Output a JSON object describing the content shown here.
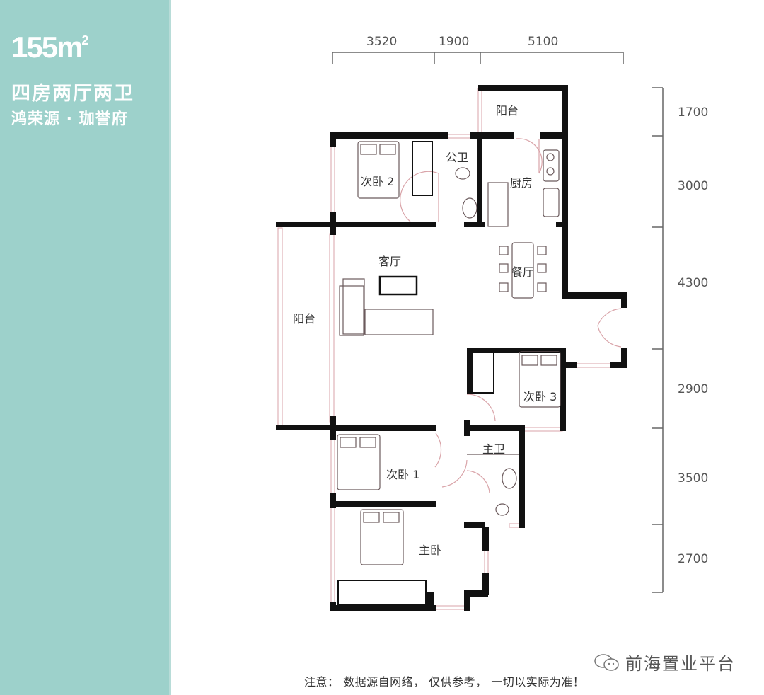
{
  "sidebar": {
    "area_value": "155m",
    "area_unit_sup": "2",
    "layout": "四房两厅两卫",
    "project": "鸿荣源 · 珈誉府",
    "bg_color": "#9dd1cb"
  },
  "dimensions": {
    "top": [
      "3520",
      "1900",
      "5100"
    ],
    "right": [
      "1700",
      "3000",
      "4300",
      "2900",
      "3500",
      "2700"
    ]
  },
  "rooms": {
    "balcony_top": "阳台",
    "bedroom2": "次卧 2",
    "public_bath": "公卫",
    "kitchen": "厨房",
    "living": "客厅",
    "dining": "餐厅",
    "balcony_left": "阳台",
    "bedroom3": "次卧 3",
    "master_bath": "主卫",
    "bedroom1": "次卧 1",
    "master_bedroom": "主卧"
  },
  "footer": {
    "notice": "注意：  数据源自网络，  仅供参考，  一切以实际为准！",
    "watermark": "前海置业平台",
    "watermark_icon": "wechat-icon"
  },
  "colors": {
    "wall": "#111111",
    "window": "#d9a3a8",
    "furniture": "#6b5a5c",
    "dim": "#555555"
  }
}
